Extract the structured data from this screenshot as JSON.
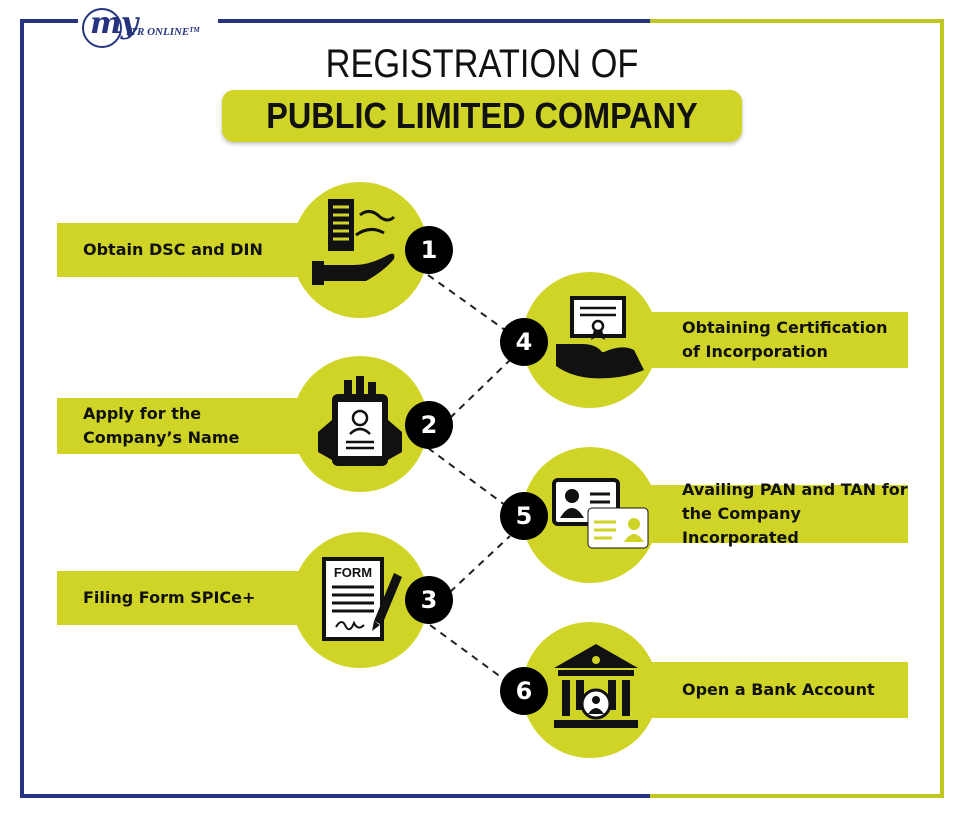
{
  "logo": {
    "my": "my",
    "itr": "ITR ONLINE",
    "tm": "TM"
  },
  "title": {
    "line1": "REGISTRATION OF",
    "line2": "PUBLIC LIMITED COMPANY"
  },
  "colors": {
    "accent": "#cfd427",
    "navy": "#26347f",
    "badge": "#000000"
  },
  "steps": [
    {
      "number": "1",
      "label": "Obtain DSC and DIN",
      "icon": "hand-document-icon"
    },
    {
      "number": "2",
      "label": "Apply for the\nCompany’s Name",
      "icon": "tablet-profile-icon"
    },
    {
      "number": "3",
      "label": "Filing Form SPICe+",
      "icon": "form-document-icon",
      "icon_text": "FORM"
    },
    {
      "number": "4",
      "label": "Obtaining Certification\nof Incorporation",
      "icon": "certificate-hand-icon"
    },
    {
      "number": "5",
      "label": "Availing PAN and TAN for\nthe Company Incorporated",
      "icon": "id-cards-icon"
    },
    {
      "number": "6",
      "label": "Open a Bank Account",
      "icon": "bank-icon"
    }
  ]
}
